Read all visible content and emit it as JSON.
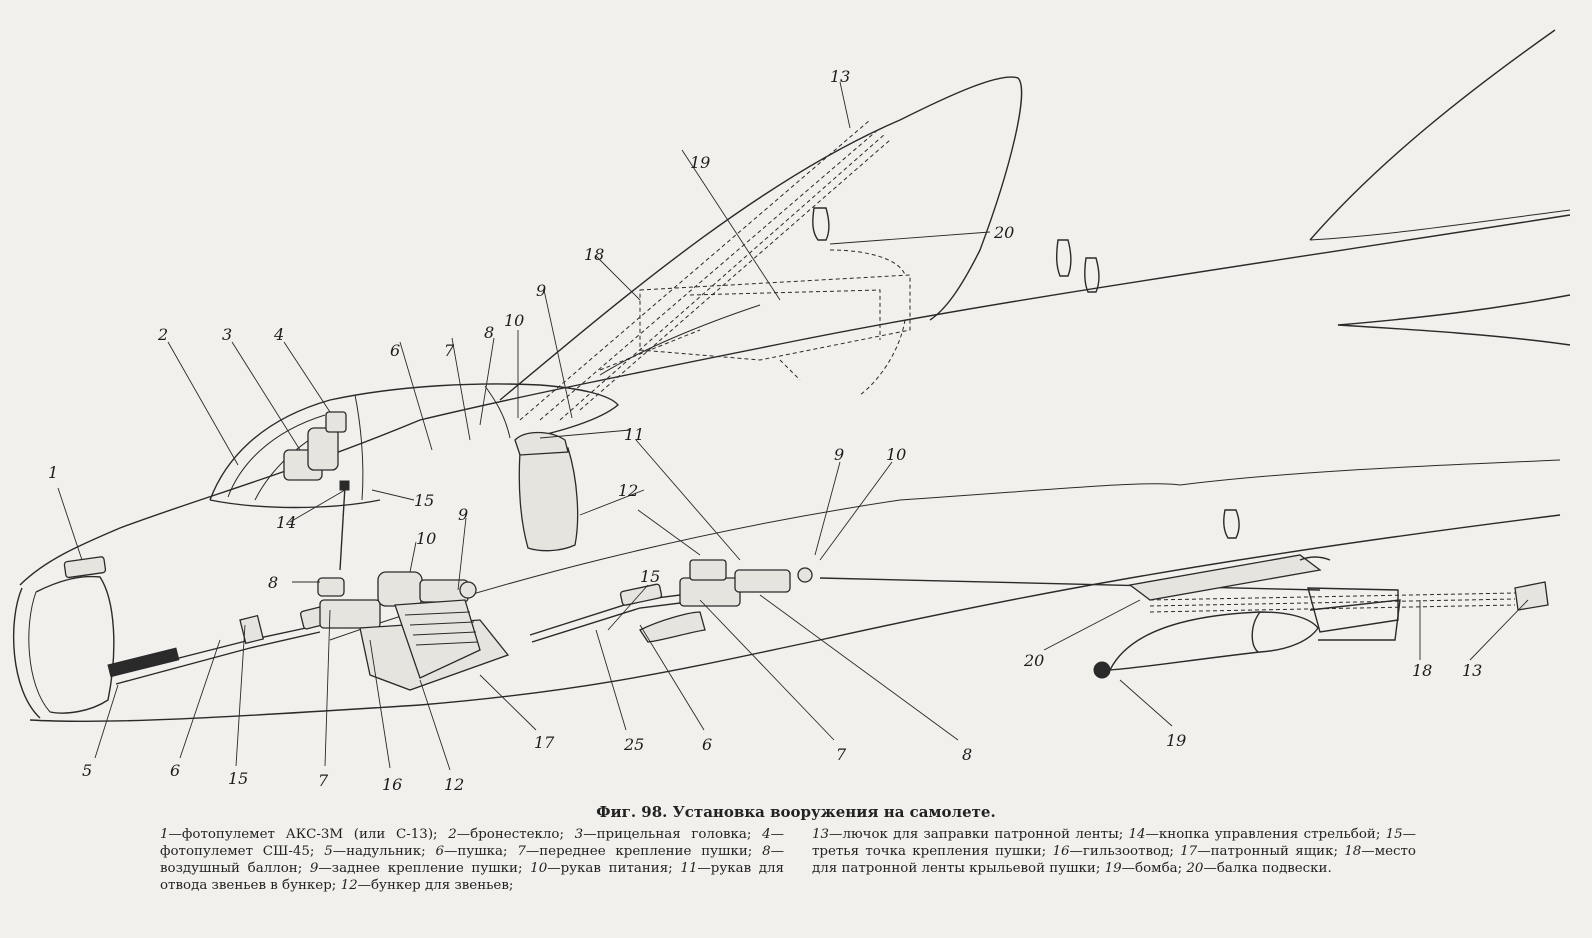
{
  "figure": {
    "caption": "Фиг. 98. Установка вооружения на самолете.",
    "callouts": {
      "c1": "1",
      "c2": "2",
      "c3": "3",
      "c4": "4",
      "c5": "5",
      "c6a": "6",
      "c6b": "6",
      "c6c": "6",
      "c7a": "7",
      "c7b": "7",
      "c7c": "7",
      "c8a": "8",
      "c8b": "8",
      "c8c": "8",
      "c9a": "9",
      "c9b": "9",
      "c9c": "9",
      "c10a": "10",
      "c10b": "10",
      "c10c": "10",
      "c11": "11",
      "c12a": "12",
      "c12b": "12",
      "c13a": "13",
      "c13b": "13",
      "c14": "14",
      "c15a": "15",
      "c15b": "15",
      "c15c": "15",
      "c16": "16",
      "c17": "17",
      "c18a": "18",
      "c18b": "18",
      "c19a": "19",
      "c19b": "19",
      "c20a": "20",
      "c20b": "20",
      "c25": "25"
    }
  },
  "legend": {
    "left": [
      {
        "n": "1",
        "text": "—фотопулемет АКС-3М (или С-13); "
      },
      {
        "n": "2",
        "text": "—бронестекло; "
      },
      {
        "n": "3",
        "text": "—прицельная головка; "
      },
      {
        "n": "4",
        "text": "—фотопулемет СШ-45; "
      },
      {
        "n": "5",
        "text": "—надульник; "
      },
      {
        "n": "6",
        "text": "—пушка; "
      },
      {
        "n": "7",
        "text": "—переднее крепление пушки; "
      },
      {
        "n": "8",
        "text": "—воздушный баллон; "
      },
      {
        "n": "9",
        "text": "—заднее крепление пушки; "
      },
      {
        "n": "10",
        "text": "—рукав питания; "
      },
      {
        "n": "11",
        "text": "—рукав для отвода звеньев в бункер; "
      },
      {
        "n": "12",
        "text": "—бункер для звеньев;"
      }
    ],
    "right": [
      {
        "n": "13",
        "text": "—лючок для заправки патронной ленты; "
      },
      {
        "n": "14",
        "text": "—кнопка управления стрельбой; "
      },
      {
        "n": "15",
        "text": "—третья точка крепления пушки; "
      },
      {
        "n": "16",
        "text": "—гильзоотвод; "
      },
      {
        "n": "17",
        "text": "—патронный ящик; "
      },
      {
        "n": "18",
        "text": "—место для патронной ленты крыльевой пушки; "
      },
      {
        "n": "19",
        "text": "—бомба; "
      },
      {
        "n": "20",
        "text": "—балка подвески."
      }
    ]
  }
}
